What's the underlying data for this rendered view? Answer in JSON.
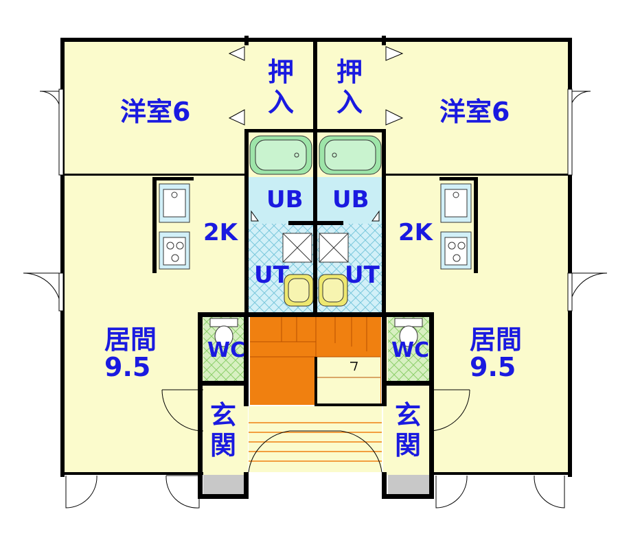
{
  "colors": {
    "room": "#fbfbcc",
    "bath": "#c9eef5",
    "utility": "#d2f0f8",
    "wc": "#d8f0c2",
    "stair": "#f08010",
    "wall": "#000000",
    "label": "#1a1ae0",
    "fixture": "#9ee5a9",
    "sink": "#eee870"
  },
  "rooms": {
    "bedroom_left": {
      "name": "洋室6"
    },
    "bedroom_right": {
      "name": "洋室6"
    },
    "closet_left": {
      "line1": "押",
      "line2": "入"
    },
    "closet_right": {
      "line1": "押",
      "line2": "入"
    },
    "bath_left": {
      "name": "UB"
    },
    "bath_right": {
      "name": "UB"
    },
    "kitchen_left": {
      "name": "2K"
    },
    "kitchen_right": {
      "name": "2K"
    },
    "utility_left": {
      "name": "UT"
    },
    "utility_right": {
      "name": "UT"
    },
    "living_left": {
      "line1": "居間",
      "line2": "9.5"
    },
    "living_right": {
      "line1": "居間",
      "line2": "9.5"
    },
    "wc_left": {
      "name": "WC"
    },
    "wc_right": {
      "name": "WC"
    },
    "entrance_left": {
      "line1": "玄",
      "line2": "関"
    },
    "entrance_right": {
      "line1": "玄",
      "line2": "関"
    }
  },
  "icons": [
    "bathtub-icon",
    "sink-icon",
    "stove-icon",
    "washer-icon",
    "toilet-icon",
    "washbasin-icon",
    "door-swing-icon",
    "stairs-icon"
  ]
}
